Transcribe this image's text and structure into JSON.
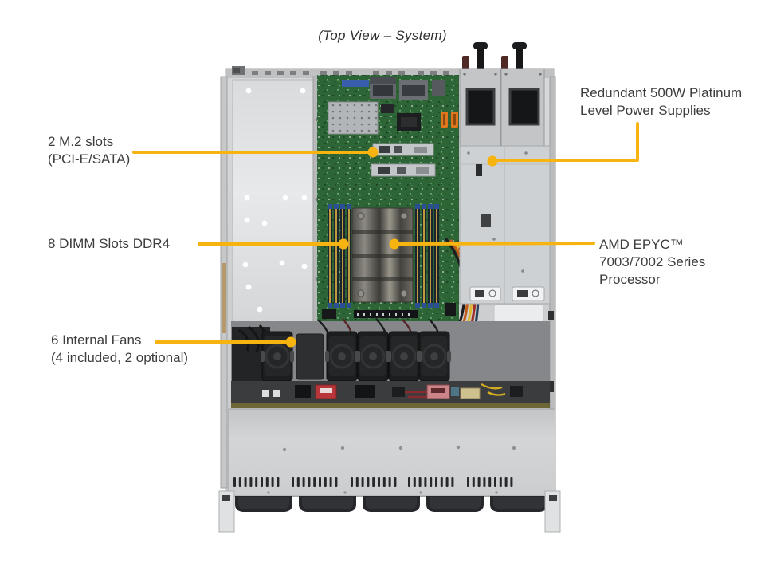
{
  "title": "(Top View – System)",
  "colors": {
    "callout_line": "#F7B411",
    "label_text": "#3d3d3d"
  },
  "callouts": [
    {
      "id": "m2-slots",
      "text": "2 M.2 slots\n(PCI-E/SATA)"
    },
    {
      "id": "dimm-slots",
      "text": "8 DIMM Slots DDR4"
    },
    {
      "id": "internal-fans",
      "text": "6 Internal Fans\n(4 included, 2 optional)"
    },
    {
      "id": "power-supplies",
      "text": "Redundant 500W Platinum\nLevel Power Supplies"
    },
    {
      "id": "processor",
      "text": "AMD EPYC™\n7003/7002 Series\nProcessor"
    }
  ]
}
